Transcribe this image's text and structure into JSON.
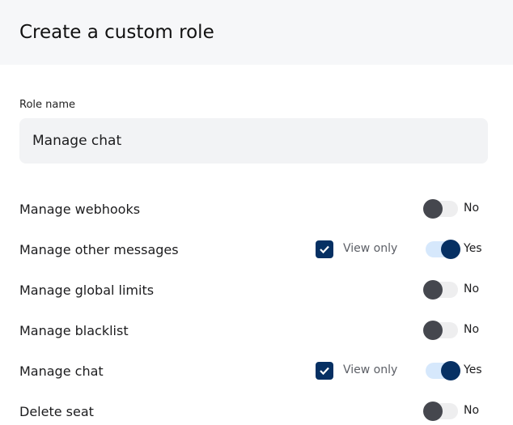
{
  "title": "Create a custom role",
  "role_name": {
    "label": "Role name",
    "value": "Manage chat"
  },
  "permissions": [
    {
      "name": "Manage webhooks",
      "view_only": null,
      "enabled": false,
      "state": "No"
    },
    {
      "name": "Manage other messages",
      "view_only": "View only",
      "enabled": true,
      "state": "Yes"
    },
    {
      "name": "Manage global limits",
      "view_only": null,
      "enabled": false,
      "state": "No"
    },
    {
      "name": "Manage blacklist",
      "view_only": null,
      "enabled": false,
      "state": "No"
    },
    {
      "name": "Manage chat",
      "view_only": "View only",
      "enabled": true,
      "state": "Yes"
    },
    {
      "name": "Delete seat",
      "view_only": null,
      "enabled": false,
      "state": "No"
    }
  ]
}
